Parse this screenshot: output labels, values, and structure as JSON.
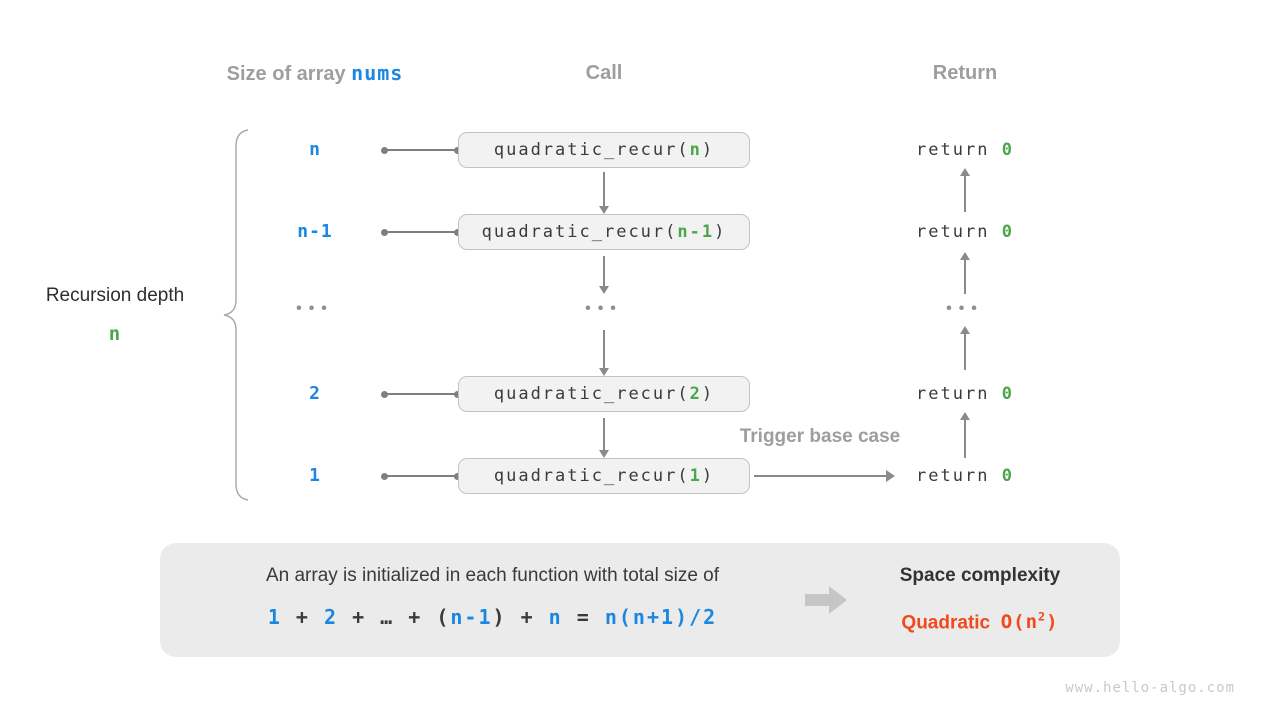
{
  "colors": {
    "blue": "#1c87e0",
    "green": "#4ca64c",
    "orange": "#f1491c",
    "gray_label": "#9e9e9e",
    "box_bg": "#f2f2f2",
    "box_border": "#c3c3c3",
    "summary_bg": "#ebebeb",
    "arrow": "#8a8a8a"
  },
  "headers": {
    "size_prefix": "Size of array ",
    "size_code": "nums",
    "call": "Call",
    "return": "Return"
  },
  "left_label": {
    "line1": "Recursion depth",
    "line2": "n"
  },
  "code": {
    "fn": "quadratic_recur(",
    "close": ")",
    "return_kw": "return",
    "return_val": "0"
  },
  "rows": [
    {
      "size": "n",
      "arg": "n"
    },
    {
      "size": "n-1",
      "arg": "n-1"
    },
    {
      "ellipsis": "•••"
    },
    {
      "size": "2",
      "arg": "2"
    },
    {
      "size": "1",
      "arg": "1"
    }
  ],
  "trigger_label": "Trigger base case",
  "summary": {
    "line1": "An array is initialized in each function with total size of",
    "formula": [
      {
        "t": "1",
        "c": "blue"
      },
      {
        "t": " + ",
        "c": "dark"
      },
      {
        "t": "2",
        "c": "blue"
      },
      {
        "t": " + ",
        "c": "dark"
      },
      {
        "t": "…",
        "c": "dark"
      },
      {
        "t": " + ",
        "c": "dark"
      },
      {
        "t": "(",
        "c": "dark"
      },
      {
        "t": "n-1",
        "c": "blue"
      },
      {
        "t": ")",
        "c": "dark"
      },
      {
        "t": " + ",
        "c": "dark"
      },
      {
        "t": "n",
        "c": "blue"
      },
      {
        "t": " = ",
        "c": "dark"
      },
      {
        "t": "n(n+1)/2",
        "c": "blue"
      }
    ],
    "right_title": "Space complexity",
    "right_word": "Quadratic",
    "big_o_pre": "O(n",
    "big_o_sup": "2",
    "big_o_post": ")"
  },
  "footer": "www.hello-algo.com"
}
